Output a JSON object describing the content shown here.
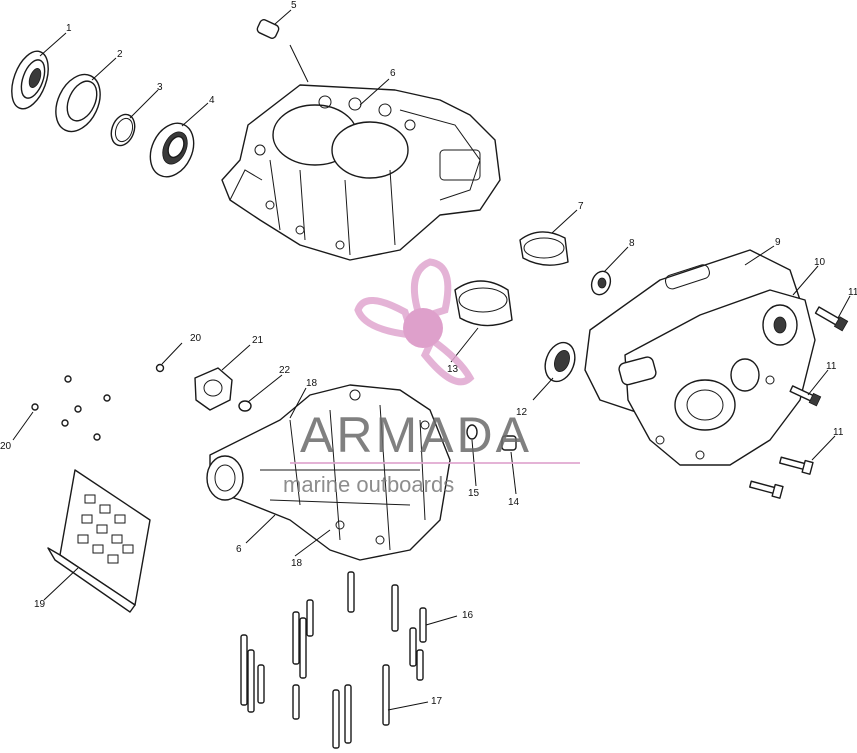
{
  "callouts": {
    "c1": "1",
    "c2": "2",
    "c3": "3",
    "c4": "4",
    "c5": "5",
    "c6a": "6",
    "c6b": "6",
    "c7": "7",
    "c8": "8",
    "c9": "9",
    "c10": "10",
    "c11a": "11",
    "c11b": "11",
    "c11c": "11",
    "c12": "12",
    "c13": "13",
    "c14": "14",
    "c15": "15",
    "c16": "16",
    "c17": "17",
    "c18a": "18",
    "c18b": "18",
    "c19": "19",
    "c20a": "20",
    "c20b": "20",
    "c21": "21",
    "c22": "22"
  },
  "watermark": {
    "brand": "ARMADA",
    "tagline": "marine outboards",
    "color": "#e0a6cf",
    "accent": "#d990c2"
  }
}
